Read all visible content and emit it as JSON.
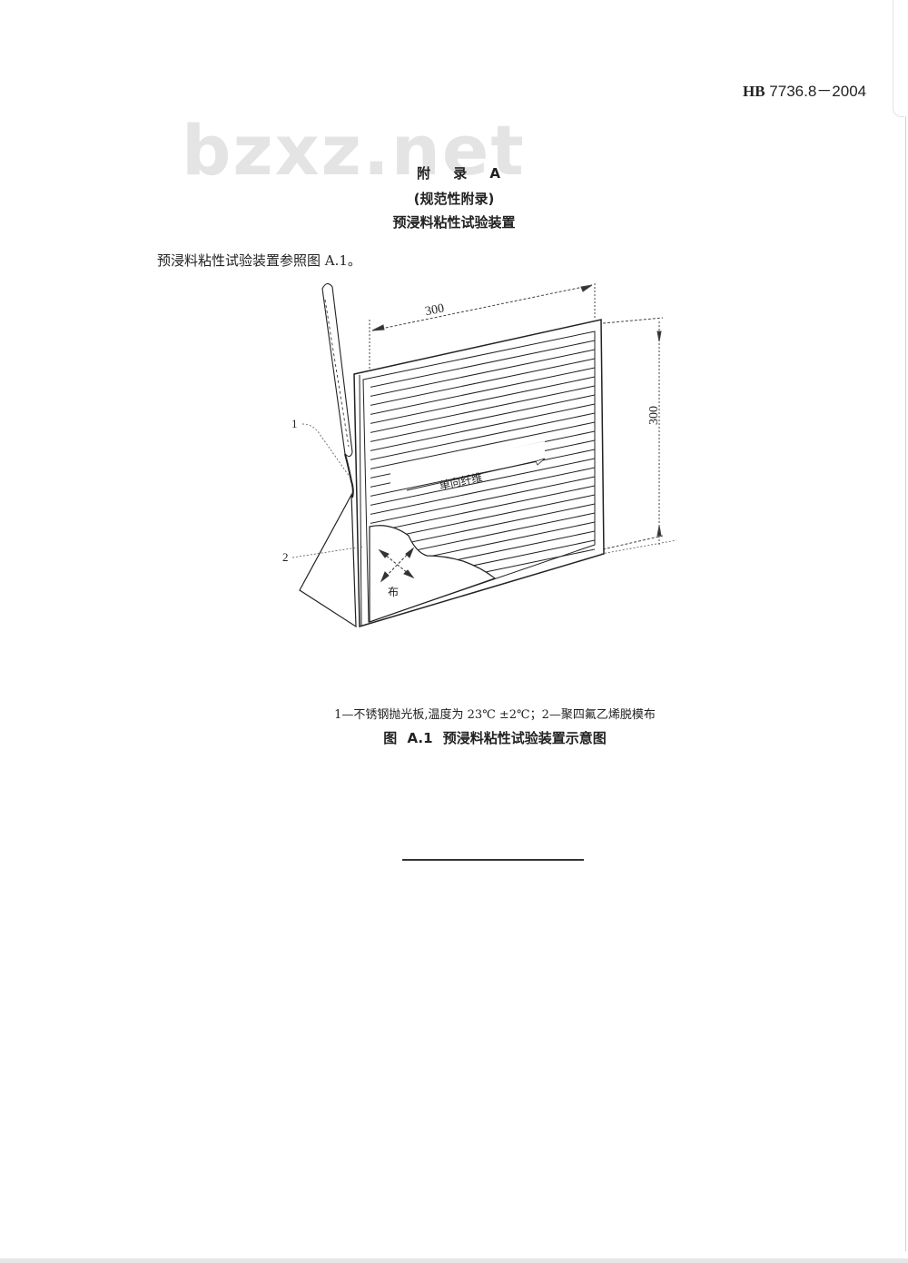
{
  "header": {
    "standard_prefix": "HB",
    "standard_number": "7736.8－2004"
  },
  "watermark": "bzxz.net",
  "annex": {
    "title": "附 录 A",
    "type": "(规范性附录)",
    "subject": "预浸料粘性试验装置"
  },
  "body": {
    "intro": "预浸料粘性试验装置参照图 A.1。"
  },
  "figure": {
    "dimension_width": "300",
    "dimension_height": "300",
    "label_fiber": "单向纤维",
    "label_cloth": "布",
    "callout_1": "1",
    "callout_2": "2",
    "note": "1—不锈钢抛光板,温度为 23℃ ±2℃；2—聚四氟乙烯脱模布",
    "title": "图 A.1  预浸料粘性试验装置示意图"
  },
  "colors": {
    "text": "#222222",
    "watermark": "#e4e4e4",
    "background": "#ffffff"
  }
}
